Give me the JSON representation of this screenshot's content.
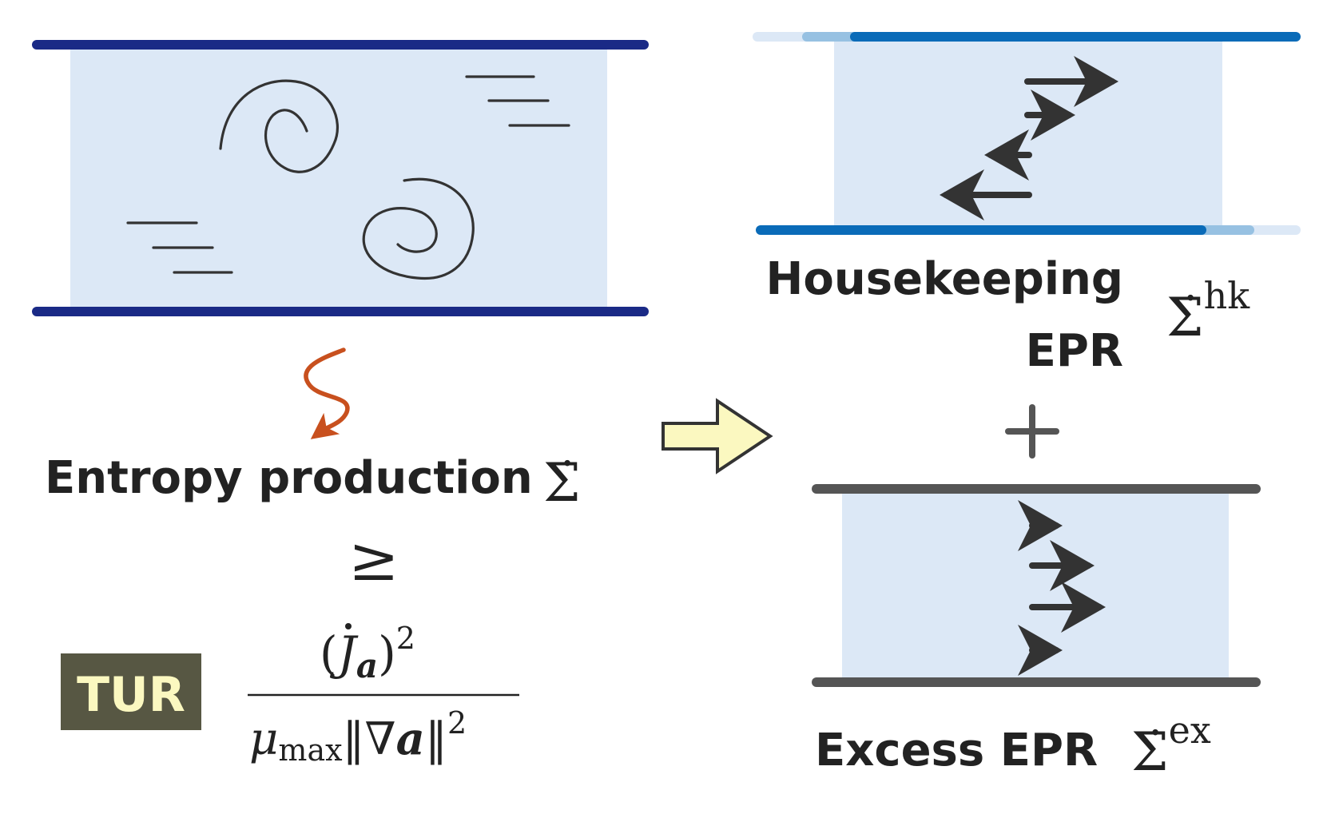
{
  "left_panel": {
    "label": "Entropy production",
    "symbol": "Σ̇",
    "inequality": "≥",
    "tur_badge": "TUR",
    "fraction": {
      "numerator_open": "(",
      "numerator_J": "J",
      "numerator_sub": "a",
      "numerator_close": ")",
      "numerator_exp": "2",
      "denominator_mu": "μ",
      "denominator_sub": "max",
      "denominator_norm": "‖∇",
      "denominator_a": "a",
      "denominator_close": "‖",
      "denominator_exp": "2"
    }
  },
  "right_panel": {
    "housekeeping_line1": "Housekeeping",
    "housekeeping_line2": "EPR",
    "housekeeping_symbol": "Σ̇",
    "housekeeping_sup": "hk",
    "plus": "+",
    "excess_label": "Excess EPR",
    "excess_symbol": "Σ̇",
    "excess_sup": "ex"
  },
  "colors": {
    "channel_fill": "#dce8f6",
    "wall_dark_blue": "#1a2a86",
    "wall_blue": "#0a6bb8",
    "wall_gray": "#555555",
    "ink": "#333333",
    "wavy_arrow": "#c8501e",
    "big_arrow_fill": "#fbf8c0",
    "tur_badge_bg": "#575743",
    "tur_badge_text": "#fbf8c0"
  }
}
